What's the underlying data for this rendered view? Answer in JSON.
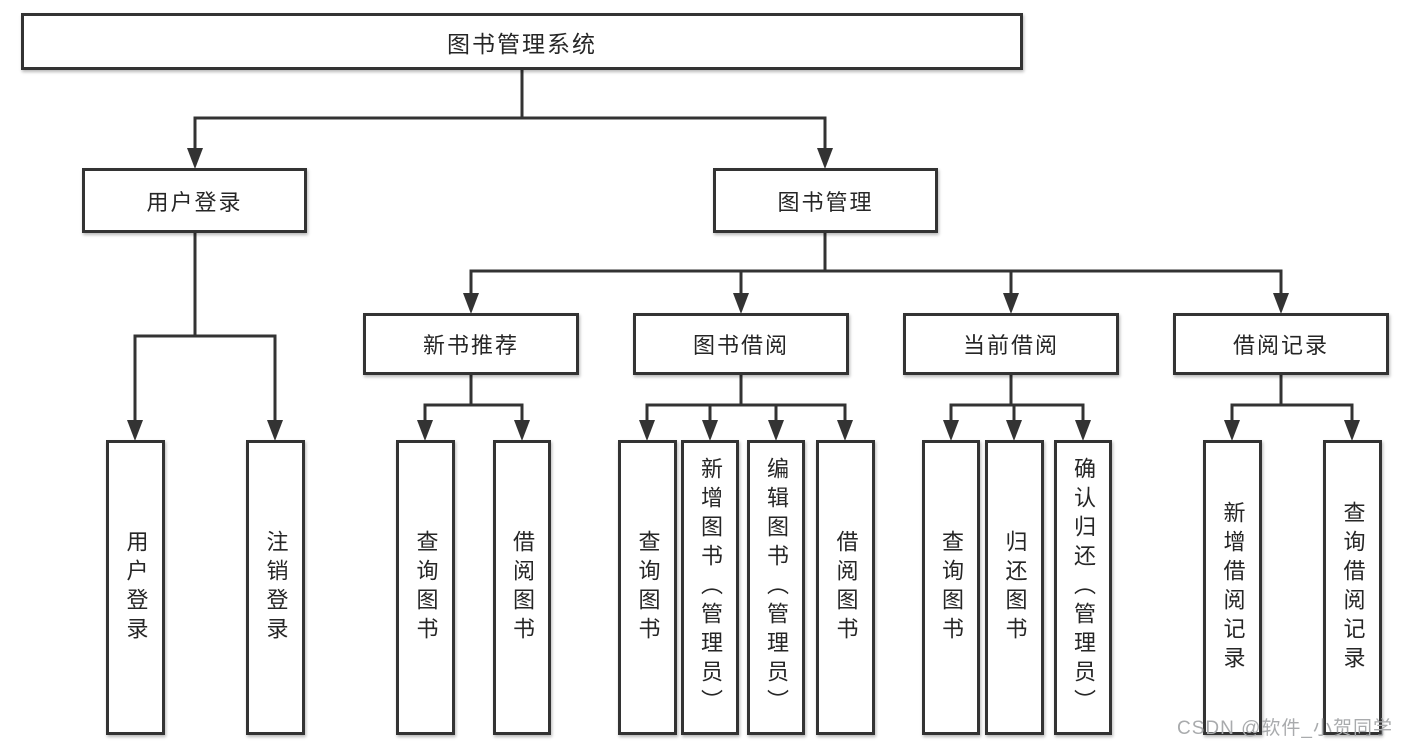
{
  "nodes": {
    "root": "图书管理系统",
    "level2": [
      "用户登录",
      "图书管理"
    ],
    "level3": [
      "新书推荐",
      "图书借阅",
      "当前借阅",
      "借阅记录"
    ],
    "leaves_user_login": [
      "用户登录",
      "注销登录"
    ],
    "leaves_new_books": [
      "查询图书",
      "借阅图书"
    ],
    "leaves_book_borrow": [
      "查询图书",
      "新增图书（管理员）",
      "编辑图书（管理员）",
      "借阅图书"
    ],
    "leaves_current_borrow": [
      "查询图书",
      "归还图书",
      "确认归还（管理员）"
    ],
    "leaves_borrow_records": [
      "新增借阅记录",
      "查询借阅记录"
    ]
  },
  "watermark": "CSDN @软件_小贺同学",
  "colors": {
    "line": "#333333",
    "text": "#262626",
    "watermark": "#a9abad",
    "background": "#ffffff"
  }
}
